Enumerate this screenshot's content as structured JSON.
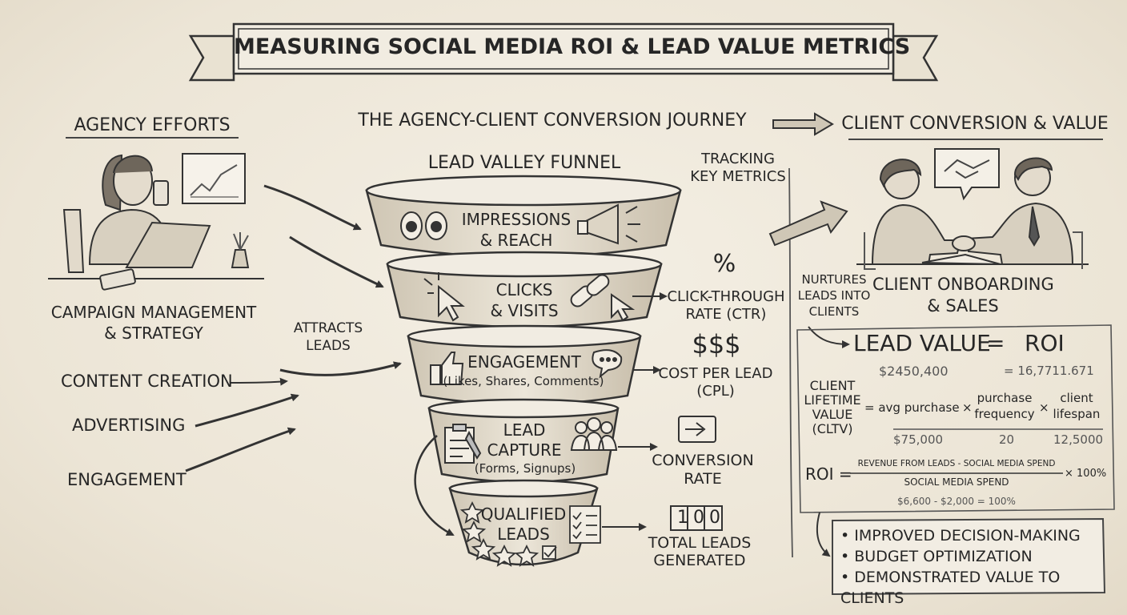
{
  "title": "MEASURING SOCIAL MEDIA ROI & LEAD VALUE METRICS",
  "journey_heading": "THE AGENCY-CLIENT CONVERSION JOURNEY",
  "agency": {
    "heading": "AGENCY EFFORTS",
    "campaign_line1": "CAMPAIGN MANAGEMENT",
    "campaign_line2": "& STRATEGY",
    "efforts": [
      "CONTENT CREATION",
      "ADVERTISING",
      "ENGAGEMENT"
    ],
    "attracts_line1": "ATTRACTS",
    "attracts_line2": "LEADS"
  },
  "funnel": {
    "heading": "LEAD VALLEY FUNNEL",
    "tracking_line1": "TRACKING",
    "tracking_line2": "KEY METRICS",
    "stages": [
      {
        "line1": "IMPRESSIONS",
        "line2": "& REACH",
        "icon": "eyes-megaphone-icon"
      },
      {
        "line1": "CLICKS",
        "line2": "& VISITS",
        "icon": "cursor-link-icon"
      },
      {
        "line1": "ENGAGEMENT",
        "line2": "(Likes, Shares, Comments)",
        "icon": "thumbs-up-chat-icon"
      },
      {
        "line1": "LEAD",
        "line2": "CAPTURE",
        "line3": "(Forms, Signups)",
        "icon": "clipboard-people-icon"
      },
      {
        "line1": "QUALIFIED",
        "line2": "LEADS",
        "icon": "stars-checklist-icon"
      }
    ]
  },
  "metrics": [
    {
      "symbol": "%",
      "line1": "CLICK-THROUGH",
      "line2": "RATE (CTR)"
    },
    {
      "symbol": "$$$",
      "line1": "COST PER LEAD",
      "line2": "(CPL)"
    },
    {
      "symbol": "",
      "line1": "CONVERSION",
      "line2": "RATE"
    },
    {
      "symbol": "100",
      "line1": "TOTAL LEADS",
      "line2": "GENERATED"
    }
  ],
  "client": {
    "heading": "CLIENT CONVERSION & VALUE",
    "nurtures_line1": "NURTURES",
    "nurtures_line2": "LEADS INTO",
    "nurtures_line3": "CLIENTS",
    "onboarding_line1": "CLIENT ONBOARDING",
    "onboarding_line2": "& SALES"
  },
  "formula": {
    "lead_value": "LEAD VALUE",
    "equals": "=",
    "roi": "ROI",
    "lead_value_amount": "$2450,400",
    "roi_amount": "= 16,7711.671",
    "cltv_line1": "CLIENT",
    "cltv_line2": "LIFETIME",
    "cltv_line3": "VALUE",
    "cltv_line4": "(CLTV)",
    "avg_purchase": "= avg purchase",
    "times": "×",
    "purchase_line1": "purchase",
    "purchase_line2": "frequency",
    "lifespan_line1": "client",
    "lifespan_line2": "lifespan",
    "avg_value": "$75,000",
    "freq_value": "20",
    "lifespan_value": "12,5000",
    "roi_label": "ROI =",
    "numerator": "REVENUE FROM LEADS - SOCIAL MEDIA SPEND",
    "denominator": "SOCIAL MEDIA SPEND",
    "multiplier": "× 100%",
    "example": "$6,600 - $2,000 = 100%"
  },
  "benefits": [
    "IMPROVED DECISION-MAKING",
    "BUDGET OPTIMIZATION",
    "DEMONSTRATED VALUE TO CLIENTS"
  ]
}
